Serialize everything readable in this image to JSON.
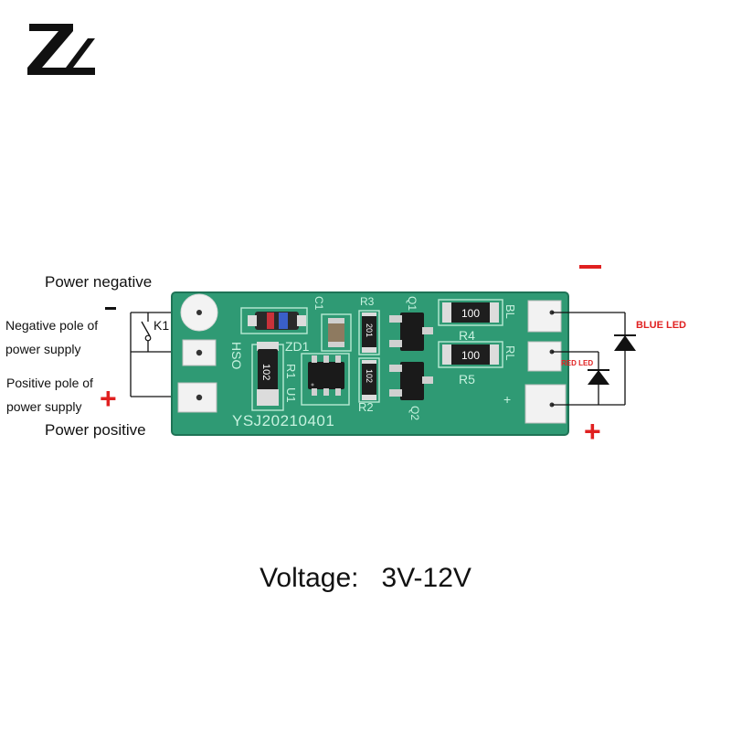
{
  "logo": {
    "text": "ZL"
  },
  "labels": {
    "power_negative": "Power negative",
    "negative_pole_line1": "Negative pole of",
    "negative_pole_line2": "power supply",
    "positive_pole_line1": "Positive pole of",
    "positive_pole_line2": "power supply",
    "power_positive": "Power positive",
    "switch": "K1",
    "minus_sign": "−",
    "plus_sign": "+"
  },
  "leds": {
    "blue": "BLUE LED",
    "red": "RED LED",
    "colors": {
      "blue_label": "#e02020",
      "red_label": "#e02020"
    }
  },
  "board": {
    "pcb_color": "#2f9a74",
    "pad_color": "#f2f2f2",
    "marking": "YSJ20210401",
    "pads_left": [
      "HSO"
    ],
    "pads_right": [
      "BL",
      "RL",
      "+"
    ],
    "components": {
      "zd1": "ZD1",
      "r1": "R1",
      "r1_value": "102",
      "u1": "U1",
      "r2": "R2",
      "r2_value": "102",
      "r3": "R3",
      "r3_value": "201",
      "q1": "Q1",
      "q2": "Q2",
      "r4": "R4",
      "r4_value": "100",
      "r5": "R5",
      "r5_value": "100",
      "c1": "C1"
    }
  },
  "voltage": {
    "label": "Voltage:",
    "value": "3V-12V"
  }
}
